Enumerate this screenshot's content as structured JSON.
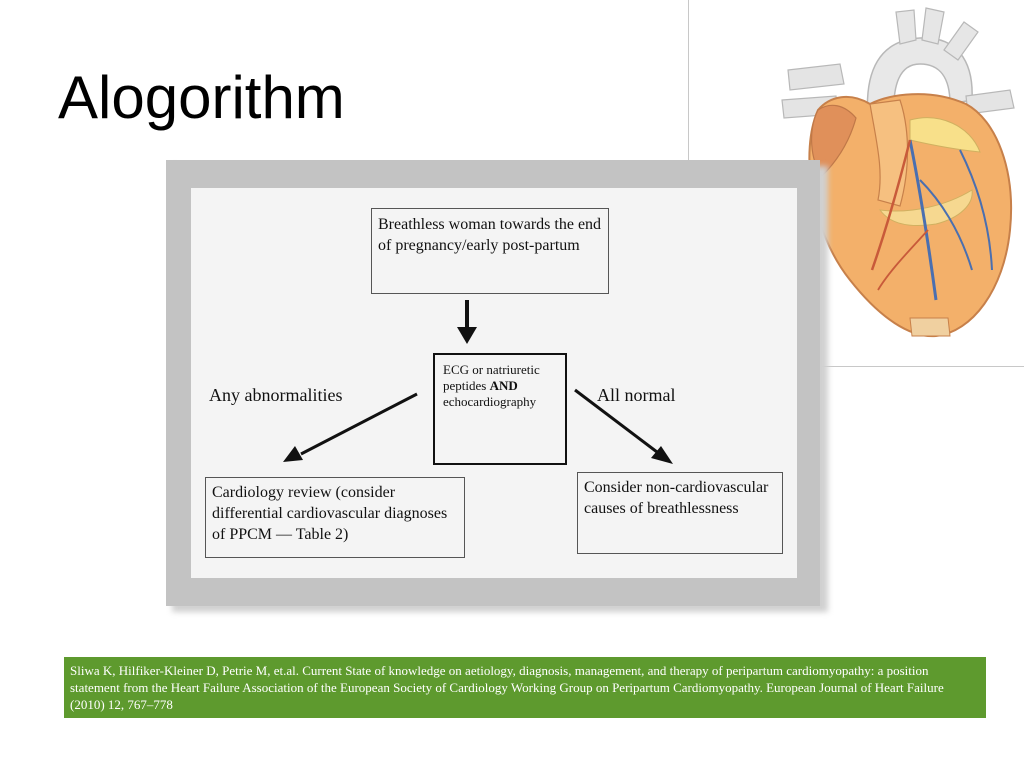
{
  "slide": {
    "title": "Alogorithm"
  },
  "flowchart": {
    "start_box": "Breathless woman towards the end of pregnancy/early post-partum",
    "test_box": {
      "text_before": "ECG or natriuretic peptides ",
      "text_bold": "AND",
      "text_after": " echocardiography"
    },
    "left_branch_label": "Any abnormalities",
    "right_branch_label": "All normal",
    "left_outcome": "Cardiology review (consider differential cardiovascular diagnoses of PPCM — Table 2)",
    "right_outcome": "Consider non-cardiovascular causes of breathlessness"
  },
  "citation": {
    "text": "Sliwa K, Hilfiker-Kleiner D, Petrie M, et.al. Current State of knowledge on aetiology, diagnosis, management, and therapy of peripartum cardiomyopathy: a position statement from the Heart Failure Association of the European Society of Cardiology Working Group on Peripartum Cardiomyopathy. European Journal of Heart Failure (2010) 12, 767–778"
  },
  "colors": {
    "citation_background": "#5e9a2e",
    "figure_frame": "#c3c3c3",
    "heart_orange": "#f0a860",
    "aorta_white": "#eeeeee",
    "vessel_blue": "#4a6fb0"
  },
  "icons": {
    "heart_illustration": "anatomical-heart-icon"
  }
}
